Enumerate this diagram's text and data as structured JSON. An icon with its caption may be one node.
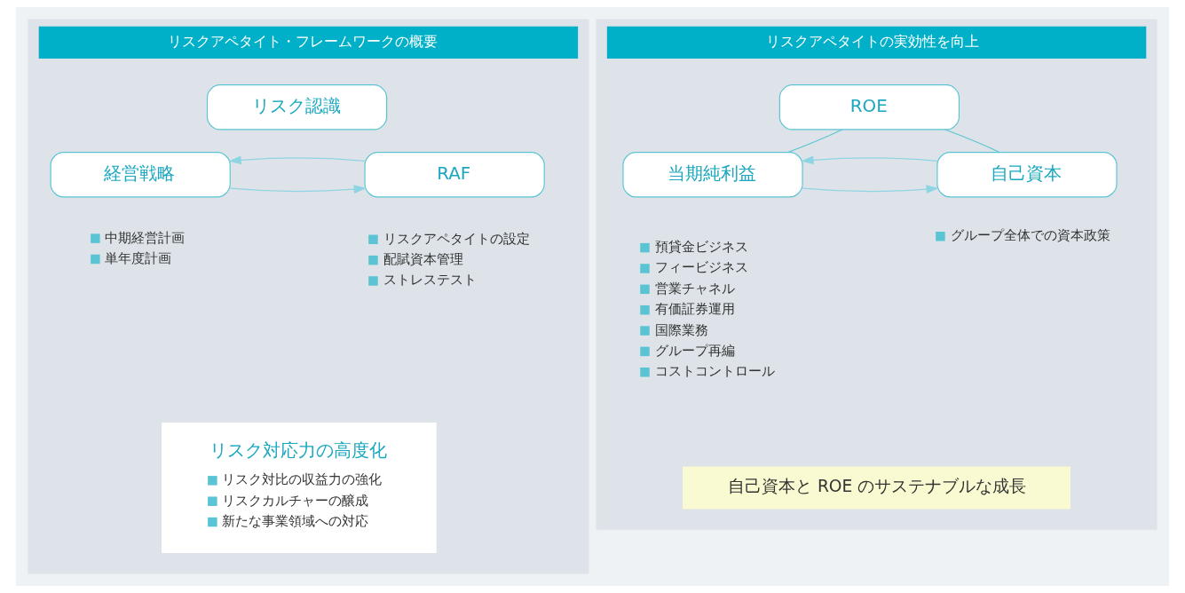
{
  "diagram": {
    "nodes": [
      {
        "text": [
          "リスクアペタイト・フレームワークの概要"
        ]
      },
      {
        "text": [
          "リスク認識"
        ],
        "in": 0
      },
      {
        "text": [
          "経営戦略"
        ],
        "in": 0,
        "beside": [
          "中期経営計画",
          "単年度計画"
        ]
      },
      {
        "text": [
          "RAF"
        ],
        "in": 0,
        "beside": [
          "リスクアペタイトの設定",
          "配賦資本管理",
          "ストレステスト"
        ]
      },
      {
        "text": [
          "リスク対応力の高度化",
          "リスク対比の収益力の強化",
          "リスクカルチャーの醸成",
          "新たな事業領域への対応"
        ],
        "in": 0
      },
      {
        "text": [
          "リスクアペタイトの実効性を向上"
        ]
      },
      {
        "text": [
          "ROE"
        ],
        "in": 5
      },
      {
        "text": [
          "当期純利益"
        ],
        "in": 5,
        "beside": [
          "預貸金ビジネス",
          "フィービジネス",
          "営業チャネル",
          "有価証券運用",
          "国際業務",
          "グループ再編",
          "コストコントロール"
        ]
      },
      {
        "text": [
          "自己資本"
        ],
        "in": 5,
        "beside": [
          "グループ全体での資本政策"
        ]
      },
      {
        "text": [
          "自己資本と ROE のサステナブルな成長"
        ],
        "in": 5
      }
    ],
    "edges": [
      {
        "from": 2,
        "to": 3,
        "arrow": "to",
        "color": "#8fd4e2"
      },
      {
        "from": 3,
        "to": 2,
        "arrow": "to",
        "color": "#8fd4e2"
      },
      {
        "from": 6,
        "to": 7,
        "arrow": "none"
      },
      {
        "from": 6,
        "to": 8,
        "arrow": "none"
      },
      {
        "from": 7,
        "to": 8,
        "arrow": "to",
        "color": "#8fd4e2"
      },
      {
        "from": 8,
        "to": 7,
        "arrow": "to",
        "color": "#8fd4e2"
      }
    ]
  }
}
